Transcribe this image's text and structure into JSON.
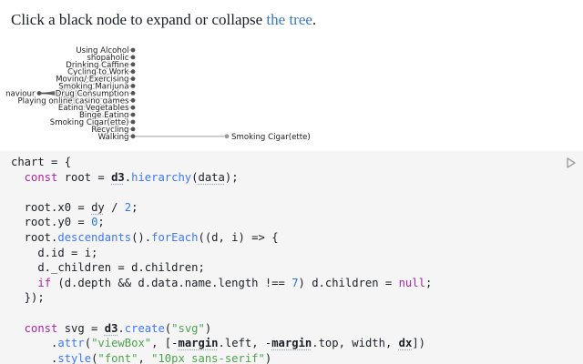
{
  "intro": {
    "text": "Click a black node to expand or collapse ",
    "link": "the tree",
    "end": "."
  },
  "tree": {
    "root_label": "naviour",
    "children": [
      "Using Alcohol",
      "shopaholic",
      "Drinking Caffine",
      "Cycling to Work",
      "Moving/ Exercising",
      "Smoking Marijuna",
      "Drug Consumption",
      "Playing online casino games",
      "Eating Vegetables",
      "Binge Eating",
      "Smoking Cigar(ette)",
      "Recycling",
      "Walking"
    ],
    "grandchild": "Smoking Cigar(ette)",
    "colors": {
      "node_collapsed": "#555555",
      "node_leaf": "#999999",
      "link": "#555555"
    }
  },
  "code": [
    [
      [
        "punc",
        "chart = {"
      ]
    ],
    [
      [
        "kw",
        "  const "
      ],
      [
        "punc",
        "root = "
      ],
      [
        "ref-b",
        "d3"
      ],
      [
        "punc",
        "."
      ],
      [
        "fn",
        "hierarchy"
      ],
      [
        "punc",
        "("
      ],
      [
        "ref",
        "data"
      ],
      [
        "punc",
        ");"
      ]
    ],
    [],
    [
      [
        "punc",
        "  root.x0 = "
      ],
      [
        "ref",
        "dy"
      ],
      [
        "punc",
        " / "
      ],
      [
        "num",
        "2"
      ],
      [
        "punc",
        ";"
      ]
    ],
    [
      [
        "punc",
        "  root.y0 = "
      ],
      [
        "num",
        "0"
      ],
      [
        "punc",
        ";"
      ]
    ],
    [
      [
        "punc",
        "  root."
      ],
      [
        "fn",
        "descendants"
      ],
      [
        "punc",
        "()."
      ],
      [
        "fn",
        "forEach"
      ],
      [
        "punc",
        "((d, i) => {"
      ]
    ],
    [
      [
        "punc",
        "    d.id = i;"
      ]
    ],
    [
      [
        "punc",
        "    d._children = d.children;"
      ]
    ],
    [
      [
        "kw",
        "    if "
      ],
      [
        "punc",
        "(d.depth && d.data.name.length !== "
      ],
      [
        "num",
        "7"
      ],
      [
        "punc",
        ") d.children = "
      ],
      [
        "kw",
        "null"
      ],
      [
        "punc",
        ";"
      ]
    ],
    [
      [
        "punc",
        "  });"
      ]
    ],
    [],
    [
      [
        "kw",
        "  const "
      ],
      [
        "punc",
        "svg = "
      ],
      [
        "ref-b",
        "d3"
      ],
      [
        "punc",
        "."
      ],
      [
        "fn",
        "create"
      ],
      [
        "punc",
        "("
      ],
      [
        "str",
        "\"svg\""
      ],
      [
        "punc",
        ")"
      ]
    ],
    [
      [
        "punc",
        "      ."
      ],
      [
        "fn",
        "attr"
      ],
      [
        "punc",
        "("
      ],
      [
        "str",
        "\"viewBox\""
      ],
      [
        "punc",
        ", [-"
      ],
      [
        "ref-b",
        "margin"
      ],
      [
        "punc",
        ".left, -"
      ],
      [
        "ref-b",
        "margin"
      ],
      [
        "punc",
        ".top, width, "
      ],
      [
        "ref-b",
        "dx"
      ],
      [
        "punc",
        "])"
      ]
    ],
    [
      [
        "punc",
        "      ."
      ],
      [
        "fn",
        "style"
      ],
      [
        "punc",
        "("
      ],
      [
        "str",
        "\"font\""
      ],
      [
        "punc",
        ", "
      ],
      [
        "str",
        "\"10px sans-serif\""
      ],
      [
        "punc",
        ")"
      ]
    ]
  ]
}
